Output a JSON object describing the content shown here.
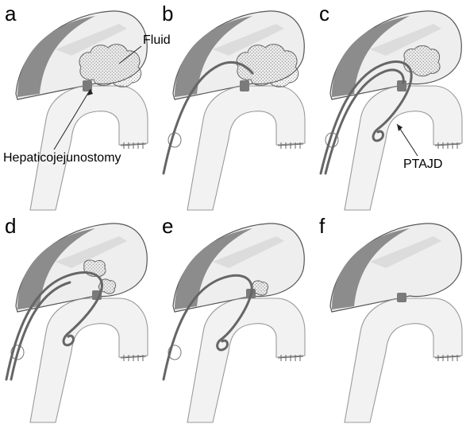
{
  "panels": [
    {
      "label": "a"
    },
    {
      "label": "b"
    },
    {
      "label": "c"
    },
    {
      "label": "d"
    },
    {
      "label": "e"
    },
    {
      "label": "f"
    }
  ],
  "annotations": {
    "fluid": "Fluid",
    "hepaticojejunostomy": "Hepaticojejunostomy",
    "ptajd": "PTAJD"
  },
  "colors": {
    "liver_outline": "#555555",
    "liver_fill": "#eeeeee",
    "liver_dark": "#8c8c8c",
    "liver_light": "#dcdcdc",
    "bowel_fill": "#f2f2f2",
    "bowel_outline": "#9a9a9a",
    "anastomosis": "#7a7a7a",
    "drain": "#6a6a6a",
    "fluid_fill": "#f7f7f7",
    "fluid_dots": "#555555"
  }
}
